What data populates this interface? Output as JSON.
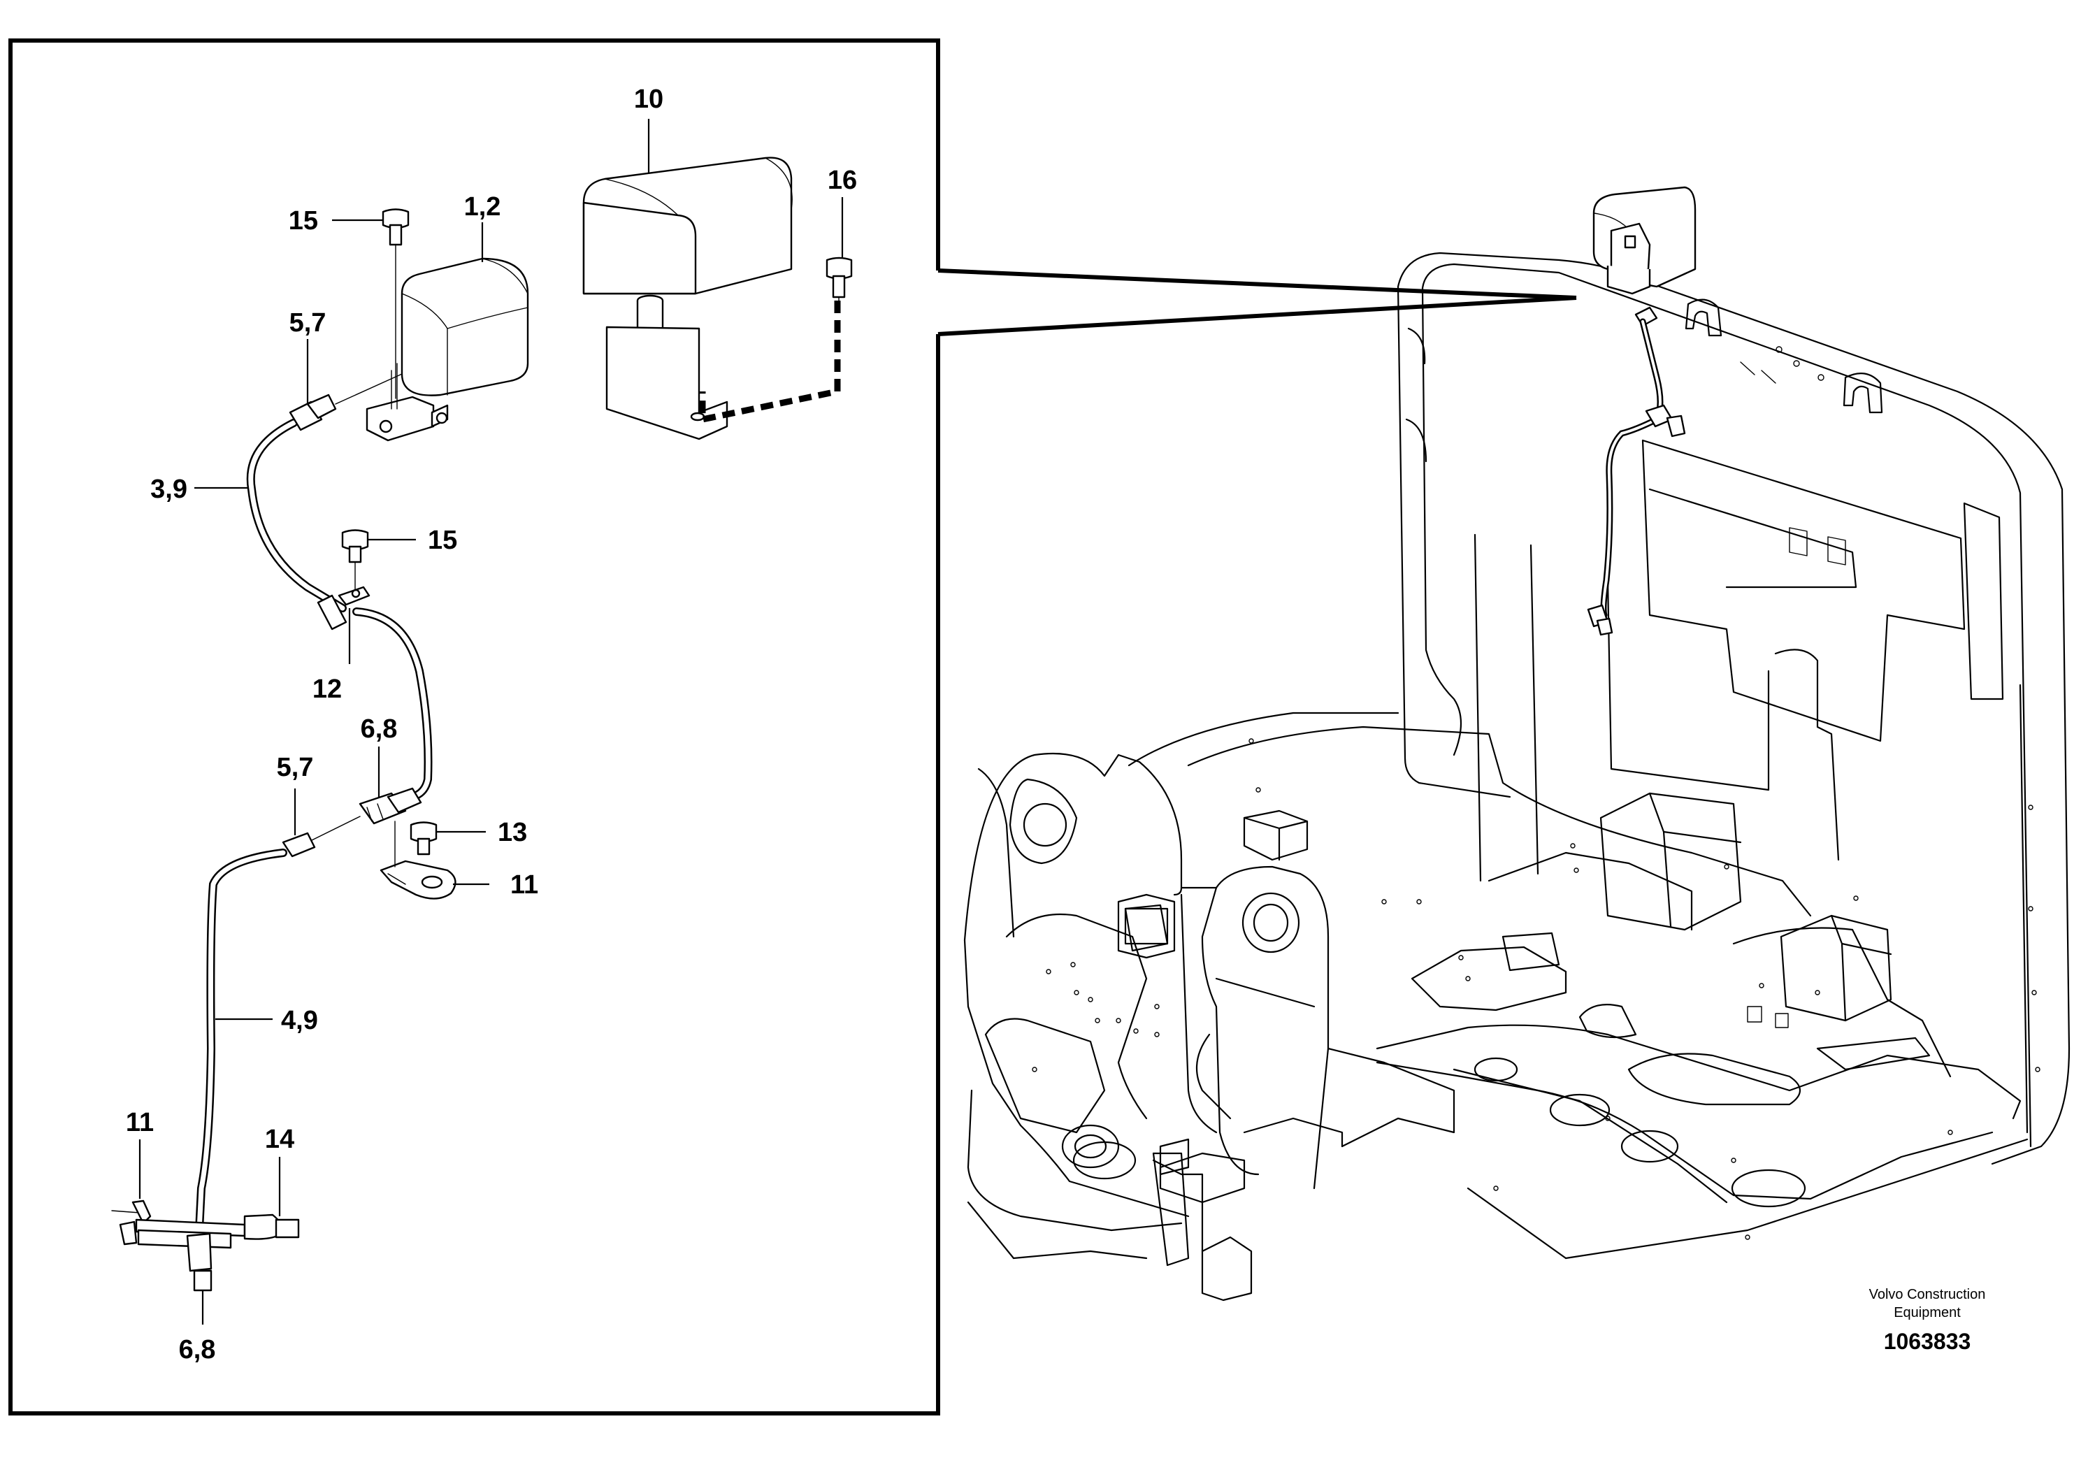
{
  "diagram": {
    "callouts": [
      {
        "id": "c10",
        "text": "10"
      },
      {
        "id": "c16",
        "text": "16"
      },
      {
        "id": "c15a",
        "text": "15"
      },
      {
        "id": "c12a",
        "text": "1,2"
      },
      {
        "id": "c57a",
        "text": "5,7"
      },
      {
        "id": "c39",
        "text": "3,9"
      },
      {
        "id": "c15b",
        "text": "15"
      },
      {
        "id": "c12",
        "text": "12"
      },
      {
        "id": "c68a",
        "text": "6,8"
      },
      {
        "id": "c57b",
        "text": "5,7"
      },
      {
        "id": "c13",
        "text": "13"
      },
      {
        "id": "c11a",
        "text": "11"
      },
      {
        "id": "c49",
        "text": "4,9"
      },
      {
        "id": "c11b",
        "text": "11"
      },
      {
        "id": "c14",
        "text": "14"
      },
      {
        "id": "c68b",
        "text": "6,8"
      }
    ],
    "caption": {
      "company_line1": "Volvo Construction",
      "company_line2": "Equipment",
      "drawing_number": "1063833"
    }
  }
}
